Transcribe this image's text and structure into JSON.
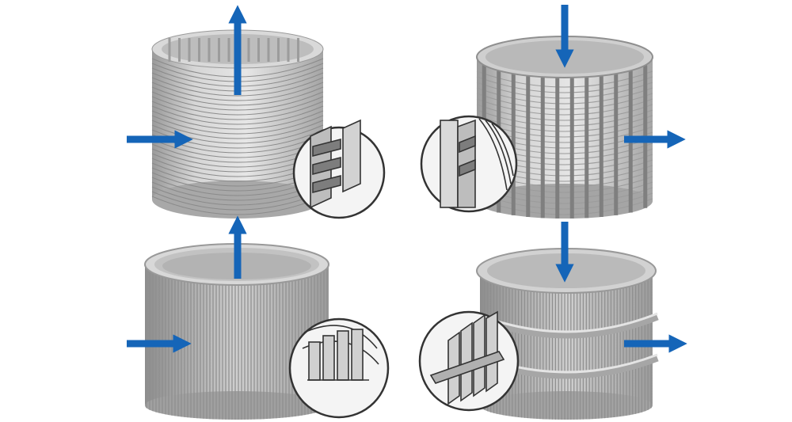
{
  "image": {
    "kind": "wedge-wire cylindrical screen flow diagrams",
    "arrow_color": "#1565b8",
    "metal_light": "#e2e2e2",
    "metal_mid": "#c3c3c3",
    "metal_dark": "#8e8e8e",
    "outline": "#2a2a2a"
  },
  "panels": [
    {
      "id": "panel-top-left",
      "screen": "horizontal-rings",
      "vertical_arrow": "up",
      "horizontal_arrow": "inward-right",
      "detail_side": "right"
    },
    {
      "id": "panel-top-right",
      "screen": "vertical-bars-outside",
      "vertical_arrow": "down",
      "horizontal_arrow": "outward-right",
      "detail_side": "left"
    },
    {
      "id": "panel-bottom-left",
      "screen": "vertical-slots",
      "vertical_arrow": "up",
      "horizontal_arrow": "inward-right",
      "detail_side": "right"
    },
    {
      "id": "panel-bottom-right",
      "screen": "banded-vertical-slots",
      "vertical_arrow": "down",
      "horizontal_arrow": "outward-right",
      "detail_side": "left"
    }
  ]
}
